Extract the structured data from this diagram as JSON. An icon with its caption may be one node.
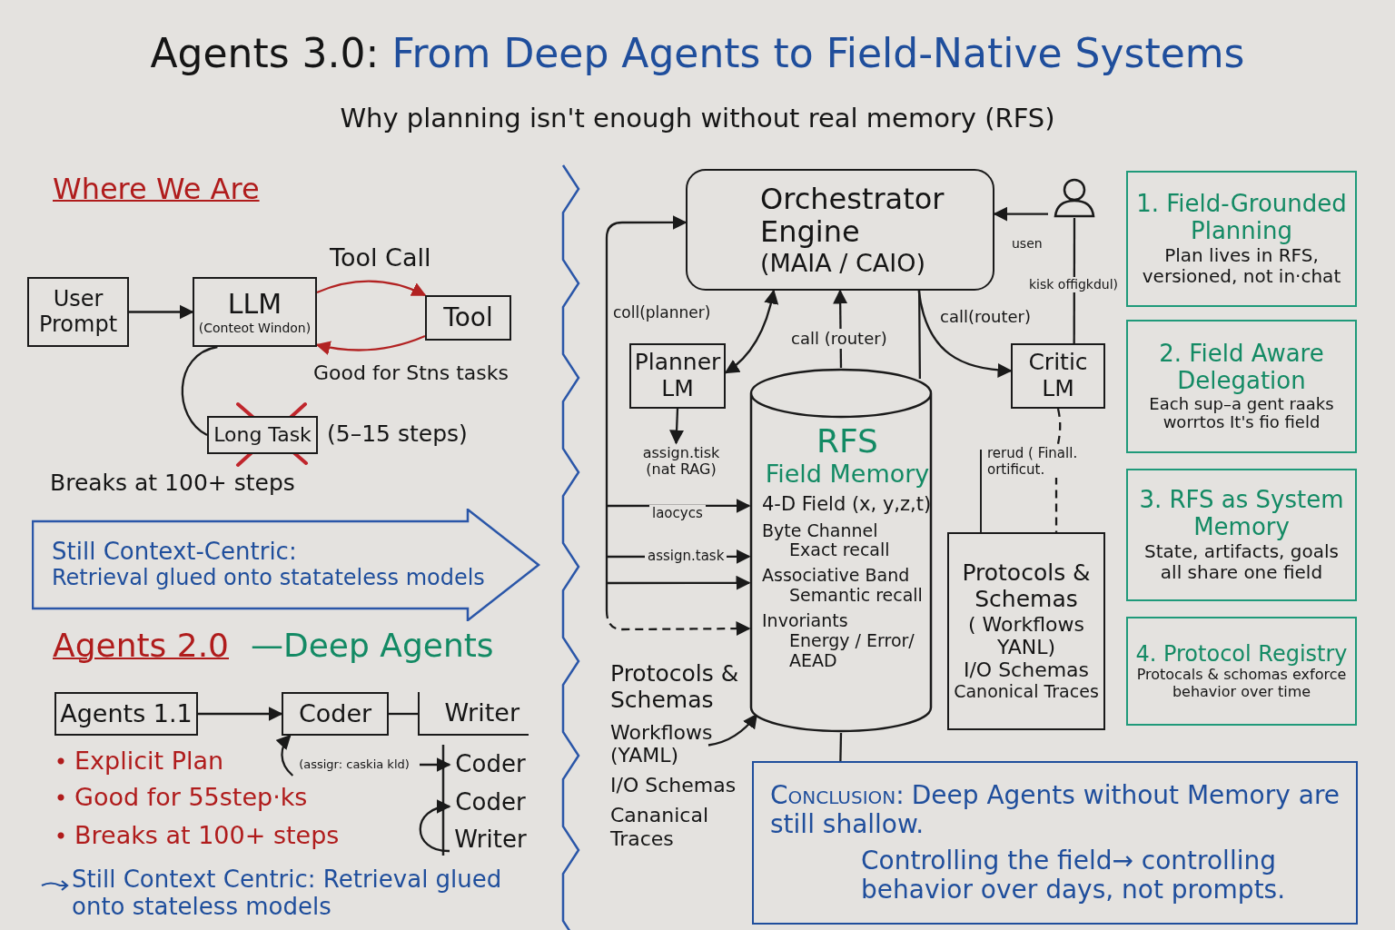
{
  "diagram": {
    "title": "Agents 3.0: From Deep Agents to Field-Native Systems",
    "caption": "Why planning isn't enough without real memory (RFS)",
    "nodes": [
      {
        "text": [
          "User Prompt"
        ]
      },
      {
        "text": [
          "LLM",
          "(Conteot Windon)"
        ]
      },
      {
        "text": [
          "Tool"
        ]
      },
      {
        "text": [
          "Long Task"
        ],
        "beside": [
          "(5–15 steps)"
        ]
      },
      {
        "text": [
          "Still Context-Centric:",
          "Retrieval glued onto statateless models"
        ]
      },
      {
        "text": [
          "Agents 1.1"
        ]
      },
      {
        "text": [
          "Coder"
        ]
      },
      {
        "text": [
          "Writer"
        ]
      },
      {
        "text": [
          "Coder"
        ]
      },
      {
        "text": [
          "Coder"
        ]
      },
      {
        "text": [
          "Writer"
        ]
      },
      {
        "text": [
          "(assigr: caskia kld)"
        ]
      },
      {
        "text": [
          "Orchestrator Engine",
          "(MAIA / CAIO)"
        ]
      },
      {
        "text": [
          "Planner LM"
        ]
      },
      {
        "text": [
          "RFS",
          "Field Memory",
          "4-D Field (x, y,z,t)",
          "Byte Channel",
          "Exact recall",
          "Associative Band",
          "Semantic recall",
          "Invoriants",
          "Energy / Error/ AEAD"
        ]
      },
      {
        "text": [
          "Critic LM"
        ]
      },
      {
        "text": [],
        "shape": "person",
        "beside": [
          "usen"
        ]
      },
      {
        "text": [
          "Protocols & Schemas",
          "( Workflows YANL)",
          "I/O Schemas",
          "Canonical Traces"
        ]
      },
      {
        "text": [
          "Protocols & Schemas",
          "Workflows (YAML)",
          "I/O Schemas",
          "Cananical Traces"
        ]
      },
      {
        "text": [
          "1. Field-Grounded Planning",
          "Plan lives in RFS, versioned, not in·chat"
        ]
      },
      {
        "text": [
          "2. Field Aware Delegation",
          "Each sup–a gent raaks worrtos It's fio field"
        ]
      },
      {
        "text": [
          "3. RFS as System Memory",
          "State, artifacts, goals all share one field"
        ]
      },
      {
        "text": [
          "4. Protocol Registry",
          "Protocals & schomas exforce behavior over time"
        ]
      },
      {
        "text": [
          "Conclusion:",
          "Deep Agents without Memory are still shallow.",
          "Controlling the field→ controlling behavior over days, not prompts."
        ]
      },
      {
        "text": [
          "assign.tisk (nat RAG)"
        ]
      }
    ],
    "edges": [
      {
        "from": 0,
        "to": 1,
        "arrow": "to"
      },
      {
        "from": 1,
        "to": 2,
        "arrow": "to",
        "label": "Tool Call",
        "color": "#b22222"
      },
      {
        "from": 2,
        "to": 1,
        "arrow": "to",
        "color": "#b22222"
      },
      {
        "from": 1,
        "to": 3,
        "arrow": "none"
      },
      {
        "from": 5,
        "to": 6,
        "arrow": "to"
      },
      {
        "from": 6,
        "to": 7,
        "arrow": "none"
      },
      {
        "from": 11,
        "to": 6,
        "arrow": "to"
      },
      {
        "from": 11,
        "to": 8,
        "arrow": "to"
      },
      {
        "from": 10,
        "to": 9,
        "arrow": "to"
      },
      {
        "from": null,
        "to": 12,
        "arrow": "to",
        "label": "coll(planner)"
      },
      {
        "from": null,
        "to": 14,
        "arrow": "to",
        "label": "laocycs"
      },
      {
        "from": null,
        "to": 14,
        "arrow": "to",
        "label": "assign.task"
      },
      {
        "from": null,
        "to": 14,
        "arrow": "to"
      },
      {
        "from": null,
        "to": 14,
        "arrow": "to",
        "style": "dashed"
      },
      {
        "from": 12,
        "to": 13,
        "arrow": "both"
      },
      {
        "from": 14,
        "to": 12,
        "arrow": "to",
        "label": "call (router)"
      },
      {
        "from": 12,
        "to": 14,
        "arrow": "none"
      },
      {
        "from": 12,
        "to": 15,
        "arrow": "to",
        "label": "call(router)"
      },
      {
        "from": 16,
        "to": 12,
        "arrow": "to"
      },
      {
        "from": 16,
        "to": 15,
        "arrow": "none",
        "label": "kisk offigkdul)"
      },
      {
        "from": 15,
        "to": 17,
        "arrow": "none",
        "style": "dashed",
        "label": "rerud ( Finall. ortificut."
      },
      {
        "from": 18,
        "to": 14,
        "arrow": "to"
      },
      {
        "from": 14,
        "to": 23,
        "arrow": "none"
      },
      {
        "from": 13,
        "to": 24,
        "arrow": "to"
      }
    ],
    "labels": [
      "Where We Are",
      "Good for Stns tasks",
      "Breaks at 100+ steps",
      "Agents 2.0",
      "—Deep Agents",
      "Explicit Plan",
      "Good for 55step·ks",
      "Breaks at 100+ steps",
      "Still Context Centric: Retrieval glued onto stateless models"
    ]
  }
}
